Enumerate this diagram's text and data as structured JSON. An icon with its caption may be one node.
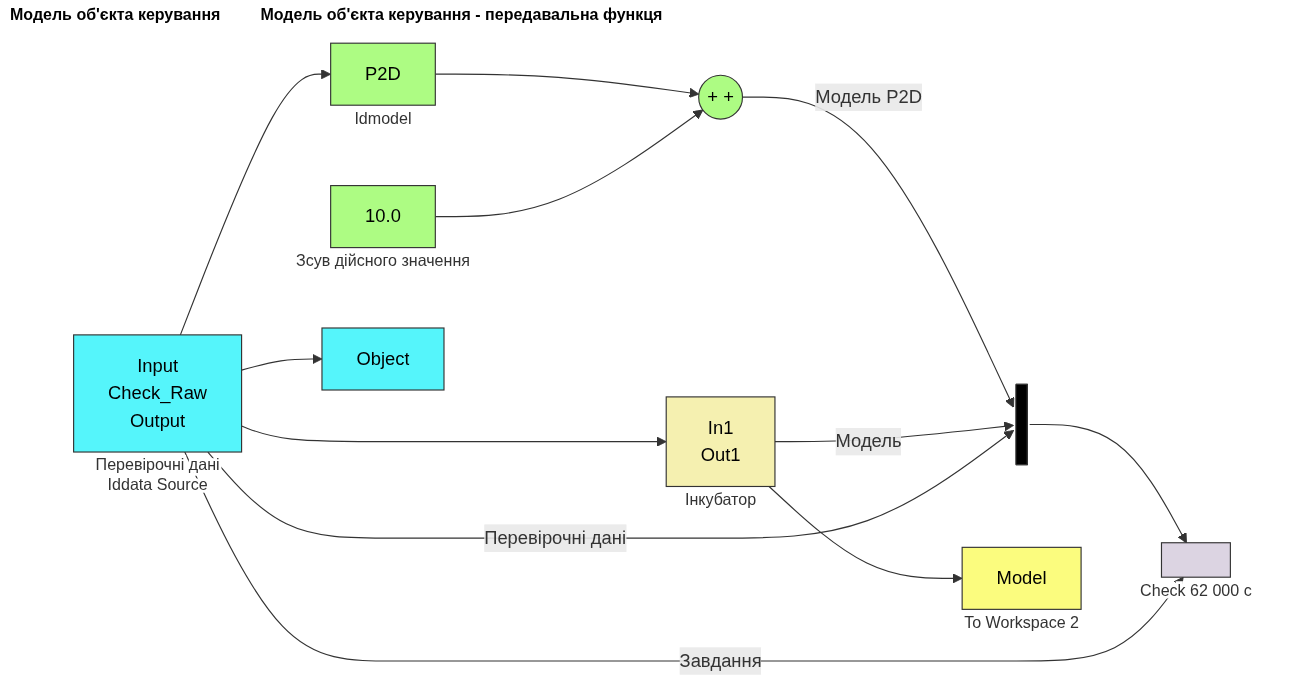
{
  "diagram": {
    "nodes": [
      {
        "text": [
          "Input",
          "Check_Raw",
          "Output"
        ],
        "beside": [
          "Перевірочні дані",
          "Iddata Source"
        ]
      },
      {
        "text": [
          "P2D"
        ],
        "beside": [
          "Idmodel"
        ]
      },
      {
        "text": [
          "10.0"
        ],
        "beside": [
          "Зсув дійсного значення"
        ]
      },
      {
        "text": [
          "+ +"
        ]
      },
      {
        "text": [],
        "shape": "bar"
      },
      {
        "text": [],
        "shape": "box",
        "beside": [
          "Check 62 000 с"
        ]
      },
      {
        "text": [
          "Object"
        ]
      },
      {
        "text": [
          "In1",
          "Out1"
        ],
        "beside": [
          "Інкубатор"
        ]
      },
      {
        "text": [
          "Model"
        ],
        "beside": [
          "To Workspace 2"
        ]
      }
    ],
    "edges": [
      {
        "from": 0,
        "to": 1,
        "arrow": "to"
      },
      {
        "from": 1,
        "to": 3,
        "arrow": "to"
      },
      {
        "from": 2,
        "to": 3,
        "arrow": "to"
      },
      {
        "from": 3,
        "to": 4,
        "label": "Модель P2D",
        "arrow": "to"
      },
      {
        "from": 7,
        "to": 4,
        "label": "Модель",
        "arrow": "to"
      },
      {
        "from": 0,
        "to": 4,
        "label": "Перевірочні дані",
        "arrow": "to"
      },
      {
        "from": 4,
        "to": 5,
        "arrow": "to"
      },
      {
        "from": 0,
        "to": 5,
        "label": "Завдання",
        "arrow": "to"
      },
      {
        "from": 0,
        "to": 6,
        "arrow": "to"
      },
      {
        "from": 0,
        "to": 7,
        "arrow": "to"
      },
      {
        "from": 7,
        "to": 8,
        "arrow": "to"
      }
    ],
    "labels": [
      "Модель об'єкта керування",
      "Модель об'єкта керування - передавальна функця"
    ]
  }
}
